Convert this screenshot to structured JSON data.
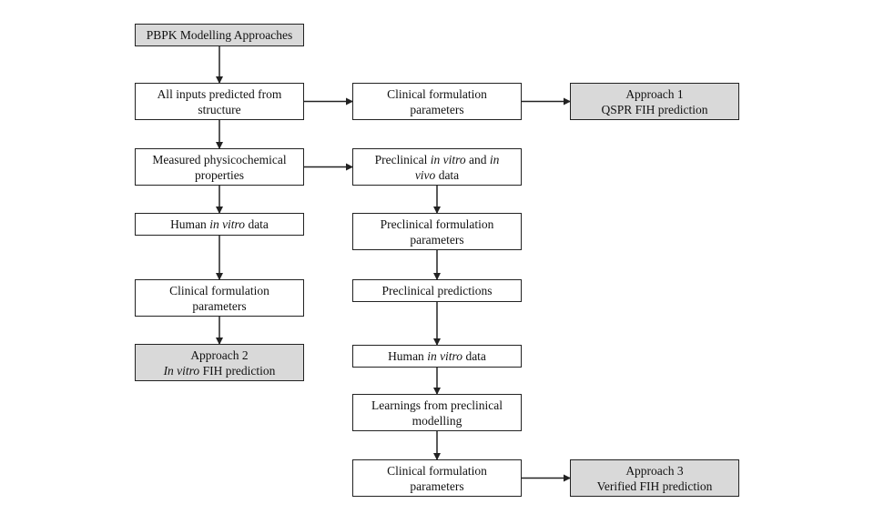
{
  "nodes": {
    "n0": {
      "lines": [
        {
          "parts": [
            {
              "t": "PBPK Modelling Approaches"
            }
          ]
        }
      ]
    },
    "n1": {
      "lines": [
        {
          "parts": [
            {
              "t": "All inputs predicted from"
            }
          ]
        },
        {
          "parts": [
            {
              "t": "structure"
            }
          ]
        }
      ]
    },
    "n2": {
      "lines": [
        {
          "parts": [
            {
              "t": "Clinical formulation"
            }
          ]
        },
        {
          "parts": [
            {
              "t": "parameters"
            }
          ]
        }
      ]
    },
    "n3": {
      "lines": [
        {
          "parts": [
            {
              "t": "Approach 1"
            }
          ]
        },
        {
          "parts": [
            {
              "t": "QSPR FIH prediction"
            }
          ]
        }
      ]
    },
    "n4": {
      "lines": [
        {
          "parts": [
            {
              "t": "Measured physicochemical"
            }
          ]
        },
        {
          "parts": [
            {
              "t": "properties"
            }
          ]
        }
      ]
    },
    "n5": {
      "lines": [
        {
          "parts": [
            {
              "t": "Preclinical "
            },
            {
              "t": "in vitro",
              "i": true
            },
            {
              "t": " and "
            },
            {
              "t": "in",
              "i": true
            }
          ]
        },
        {
          "parts": [
            {
              "t": "vivo",
              "i": true
            },
            {
              "t": " data"
            }
          ]
        }
      ]
    },
    "n6": {
      "lines": [
        {
          "parts": [
            {
              "t": "Human "
            },
            {
              "t": "in vitro",
              "i": true
            },
            {
              "t": " data"
            }
          ]
        }
      ]
    },
    "n7": {
      "lines": [
        {
          "parts": [
            {
              "t": "Preclinical formulation"
            }
          ]
        },
        {
          "parts": [
            {
              "t": "parameters"
            }
          ]
        }
      ]
    },
    "n8": {
      "lines": [
        {
          "parts": [
            {
              "t": "Clinical formulation"
            }
          ]
        },
        {
          "parts": [
            {
              "t": "parameters"
            }
          ]
        }
      ]
    },
    "n9": {
      "lines": [
        {
          "parts": [
            {
              "t": "Preclinical predictions"
            }
          ]
        }
      ]
    },
    "n10": {
      "lines": [
        {
          "parts": [
            {
              "t": "Approach 2"
            }
          ]
        },
        {
          "parts": [
            {
              "t": "In vitro",
              "i": true
            },
            {
              "t": " FIH prediction"
            }
          ]
        }
      ]
    },
    "n11": {
      "lines": [
        {
          "parts": [
            {
              "t": "Human "
            },
            {
              "t": "in vitro",
              "i": true
            },
            {
              "t": " data"
            }
          ]
        }
      ]
    },
    "n12": {
      "lines": [
        {
          "parts": [
            {
              "t": "Learnings from preclinical"
            }
          ]
        },
        {
          "parts": [
            {
              "t": "modelling"
            }
          ]
        }
      ]
    },
    "n13": {
      "lines": [
        {
          "parts": [
            {
              "t": "Clinical formulation"
            }
          ]
        },
        {
          "parts": [
            {
              "t": "parameters"
            }
          ]
        }
      ]
    },
    "n14": {
      "lines": [
        {
          "parts": [
            {
              "t": "Approach 3"
            }
          ]
        },
        {
          "parts": [
            {
              "t": "Verified FIH prediction"
            }
          ]
        }
      ]
    }
  },
  "edges": [
    [
      "n0",
      "n1"
    ],
    [
      "n1",
      "n2"
    ],
    [
      "n2",
      "n3"
    ],
    [
      "n1",
      "n4"
    ],
    [
      "n4",
      "n5"
    ],
    [
      "n4",
      "n6"
    ],
    [
      "n6",
      "n8"
    ],
    [
      "n8",
      "n10"
    ],
    [
      "n5",
      "n7"
    ],
    [
      "n7",
      "n9"
    ],
    [
      "n9",
      "n11"
    ],
    [
      "n11",
      "n12"
    ],
    [
      "n12",
      "n13"
    ],
    [
      "n13",
      "n14"
    ]
  ],
  "colors": {
    "shaded_fill": "#d9d9d9",
    "stroke": "#222222"
  }
}
